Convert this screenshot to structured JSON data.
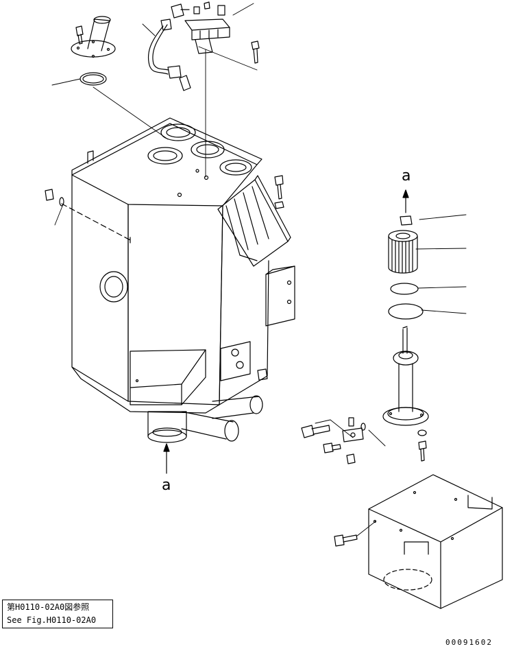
{
  "diagram": {
    "view_labels": {
      "top_arrow": "a",
      "bottom_arrow": "a"
    },
    "reference_note": {
      "japanese": "第H0110-02A0図参照",
      "english": "See Fig.H0110-02A0"
    },
    "drawing_number": "00091602",
    "stroke_color": "#000000",
    "background_color": "#ffffff"
  }
}
